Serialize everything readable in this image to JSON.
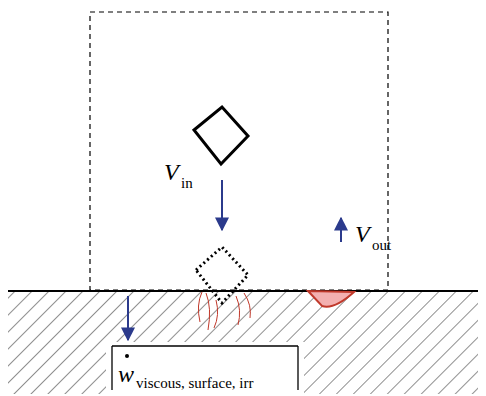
{
  "diagram": {
    "labels": [
      "V",
      "in",
      "V",
      "out",
      "w",
      "viscous, surface, irr"
    ]
  }
}
